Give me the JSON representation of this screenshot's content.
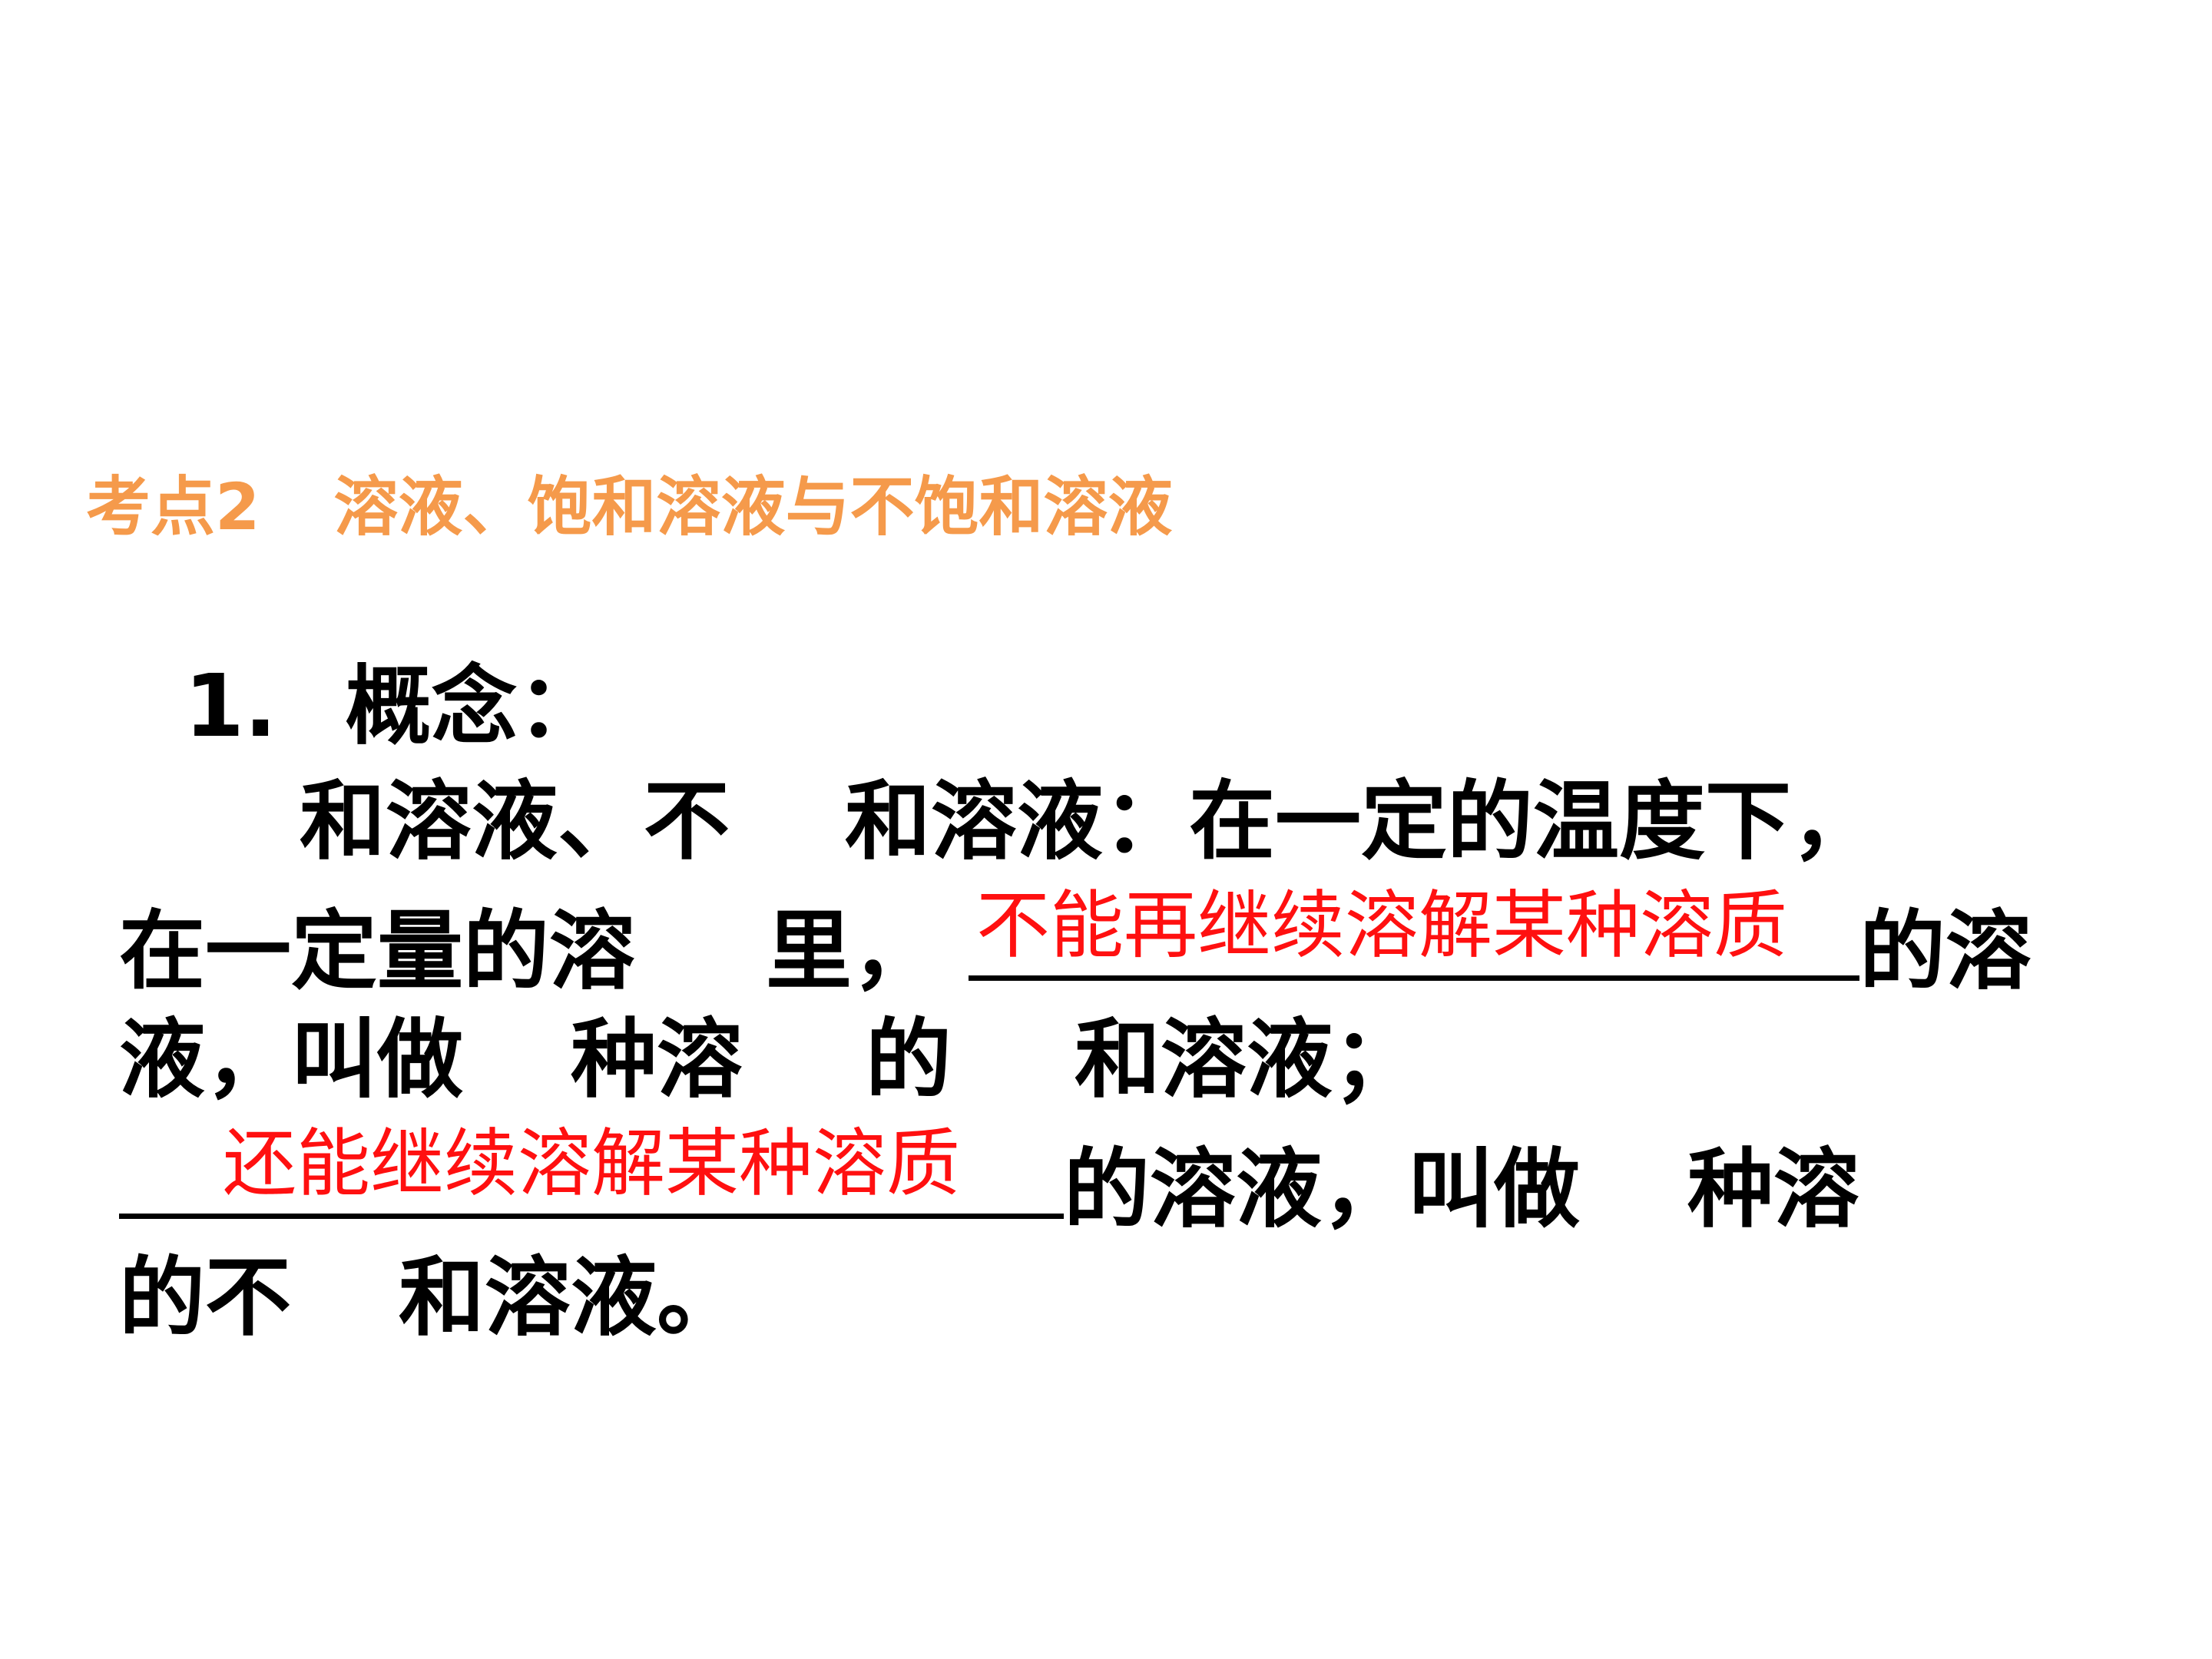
{
  "heading": {
    "label": "考点2",
    "title": "溶液、饱和溶液与不饱和溶液"
  },
  "section": {
    "number": "1.",
    "title": "概念："
  },
  "content": {
    "line1_a": "和溶液、不",
    "line1_b": "和溶液：在一定的温度下，",
    "line2_a": "在一定量的溶",
    "line2_b": "里，",
    "line2_c": "的溶",
    "line3_a": "液，叫做",
    "line3_b": "种溶",
    "line3_c": "的",
    "line3_d": "和溶液；",
    "line4_a": "的溶液，叫做",
    "line4_b": "种溶",
    "line5_a": "的不",
    "line5_b": "和溶液。"
  },
  "answers": {
    "blank1": "不能再继续溶解某种溶质",
    "blank2": "还能继续溶解某种溶质"
  },
  "colors": {
    "heading": "#F59A4B",
    "answer": "#FF1010",
    "text": "#000000"
  }
}
